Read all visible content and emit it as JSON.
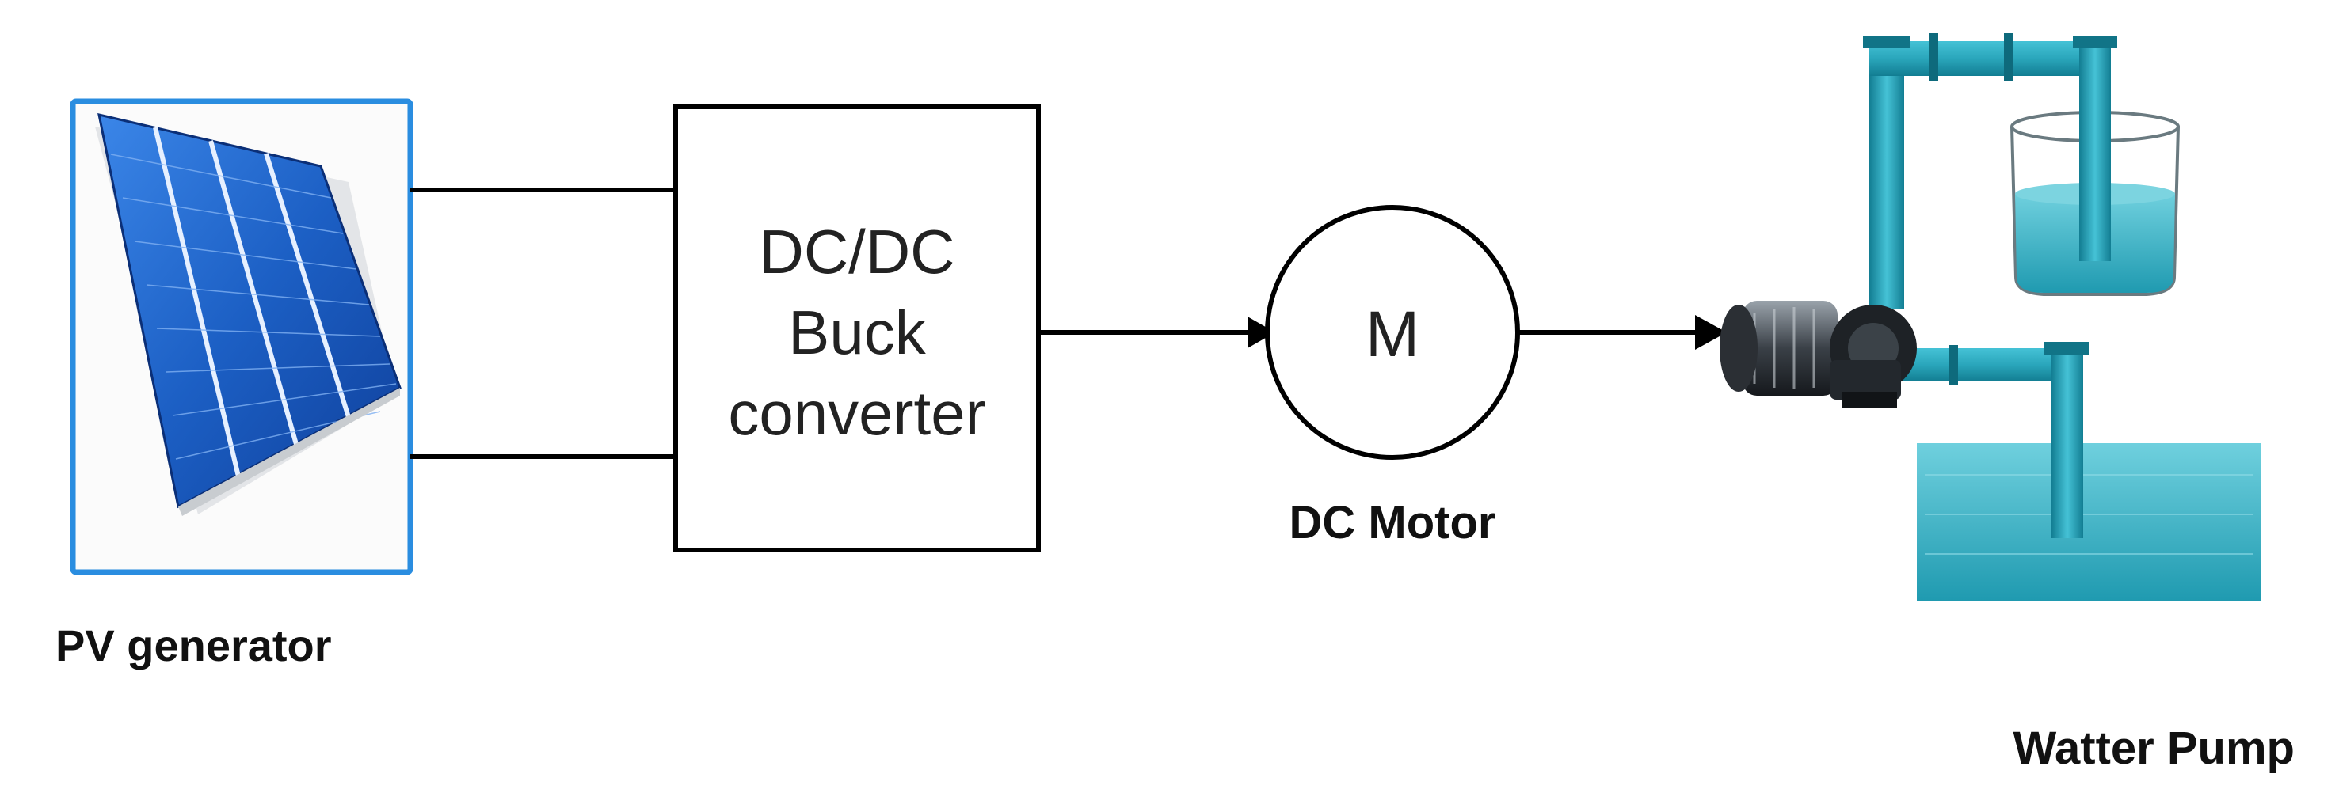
{
  "pv_generator": {
    "label": "PV generator",
    "icon": "solar-panel-icon"
  },
  "converter": {
    "lines": [
      "DC/DC",
      "Buck",
      "converter"
    ]
  },
  "motor": {
    "symbol": "M",
    "label": "DC Motor"
  },
  "pump": {
    "label": "Watter Pump",
    "icon": "water-pump-icon"
  },
  "colors": {
    "panel_blue": "#1c5fc4",
    "panel_frame": "#2a8de0",
    "water": "#2ba7bb",
    "pipe": "#1f93aa",
    "line": "#000000"
  }
}
